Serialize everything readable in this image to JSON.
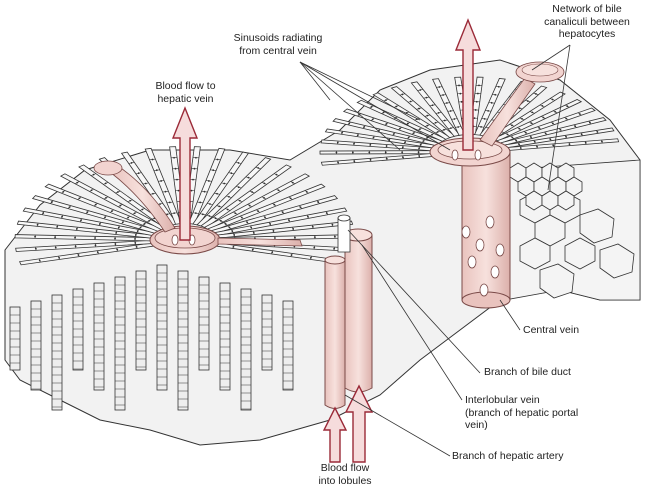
{
  "labels": {
    "sinusoids": [
      "Sinusoids radiating",
      "from central vein"
    ],
    "network": [
      "Network of bile",
      "canaliculi between",
      "hepatocytes"
    ],
    "blood_flow_out": [
      "Blood flow to",
      "hepatic vein"
    ],
    "central_vein": "Central vein",
    "bile_duct": "Branch of bile duct",
    "interlobular_vein": [
      "Interlobular vein",
      "(branch of hepatic portal",
      "vein)"
    ],
    "hepatic_artery": "Branch of hepatic artery",
    "blood_flow_in": [
      "Blood flow",
      "into lobules"
    ]
  },
  "colors": {
    "vessel_fill": "#f2d4d0",
    "vessel_stroke": "#7a4a48",
    "arrow_fill": "#f6dcdc",
    "arrow_stroke": "#9b2a38",
    "tissue_fill": "#f2f2f2",
    "line": "#333333"
  }
}
